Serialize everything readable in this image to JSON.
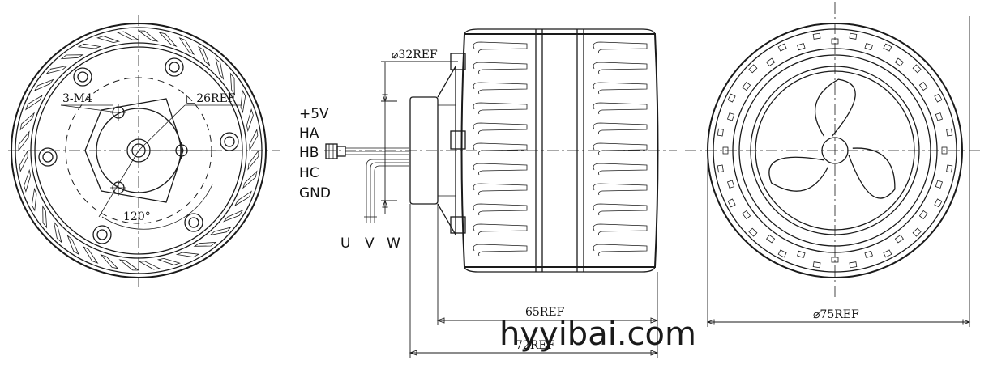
{
  "front_view": {
    "bolt_label": "3-M4",
    "square_label": "□26REF",
    "angle_label": "120°"
  },
  "side_view": {
    "shaft_diameter_label": "⌀32REF",
    "wires": [
      "+5V",
      "HA",
      "HB",
      "HC",
      "GND"
    ],
    "phases": [
      "U",
      "V",
      "W"
    ],
    "dim_body_length": "65REF",
    "dim_total_length": "72REF"
  },
  "rear_view": {
    "diameter_label": "⌀75REF"
  },
  "watermark": "hyyibai.com"
}
